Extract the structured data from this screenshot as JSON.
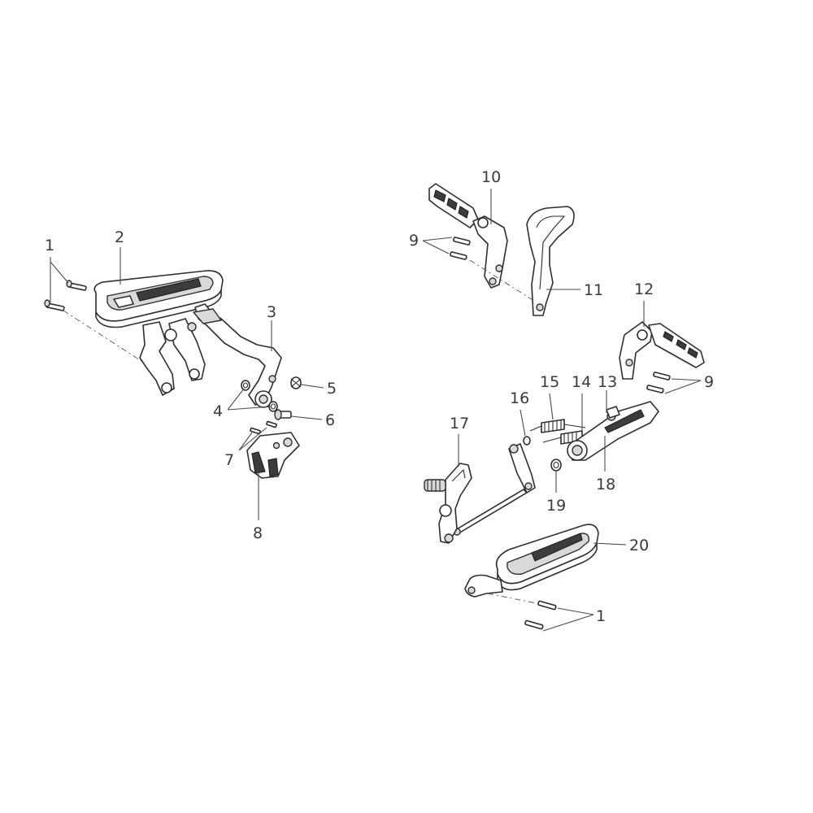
{
  "callouts": {
    "c1a": "1",
    "c2": "2",
    "c3": "3",
    "c4": "4",
    "c5": "5",
    "c6": "6",
    "c7": "7",
    "c8": "8",
    "c9a": "9",
    "c10": "10",
    "c11": "11",
    "c12": "12",
    "c13": "13",
    "c9b": "9",
    "c14": "14",
    "c15": "15",
    "c16": "16",
    "c17": "17",
    "c18": "18",
    "c19": "19",
    "c20": "20",
    "c1b": "1"
  }
}
